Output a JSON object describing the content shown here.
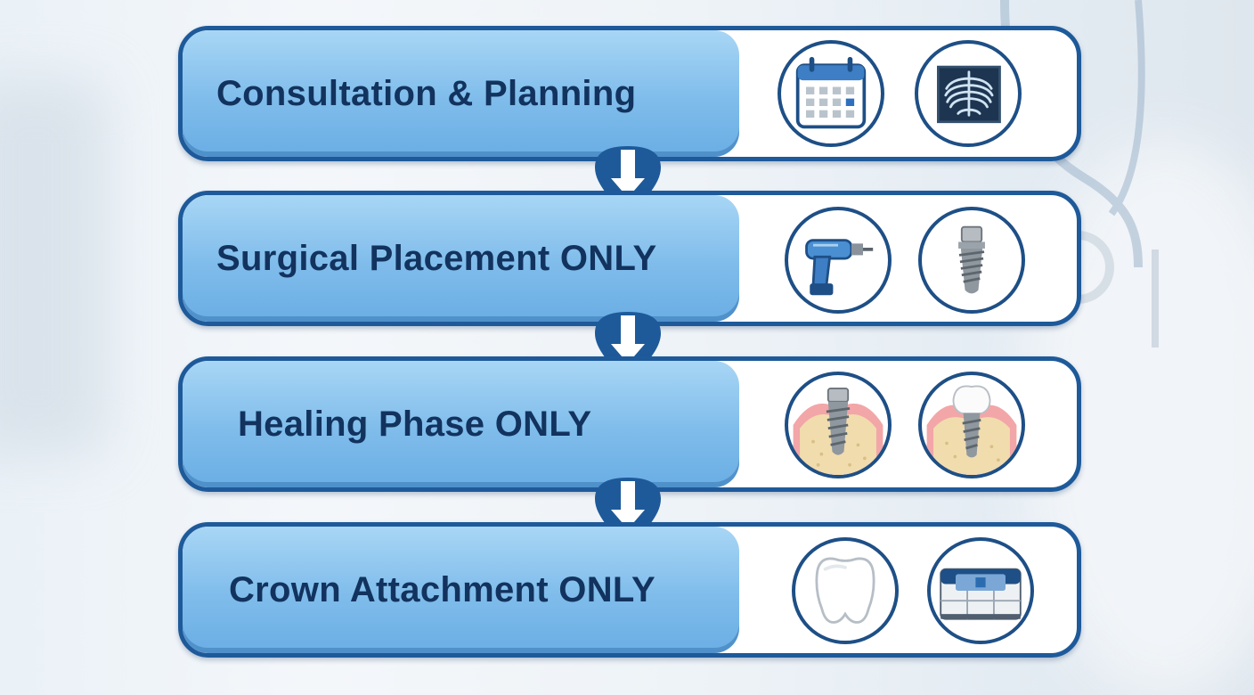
{
  "steps": [
    {
      "label": "Consultation & Planning",
      "icons": [
        "calendar-icon",
        "xray-icon"
      ]
    },
    {
      "label": "Surgical Placement ONLY",
      "icons": [
        "dental-drill-icon",
        "implant-screw-icon"
      ]
    },
    {
      "label": "Healing Phase ONLY",
      "icons": [
        "implant-in-gum-icon",
        "implant-with-crown-icon"
      ]
    },
    {
      "label": "Crown Attachment ONLY",
      "icons": [
        "tooth-crown-icon",
        "milling-machine-icon"
      ]
    }
  ],
  "colors": {
    "border": "#1e5a9a",
    "label_fill": "#7fbceb",
    "label_text": "#12335e",
    "arrow": "#1e5a9a"
  }
}
